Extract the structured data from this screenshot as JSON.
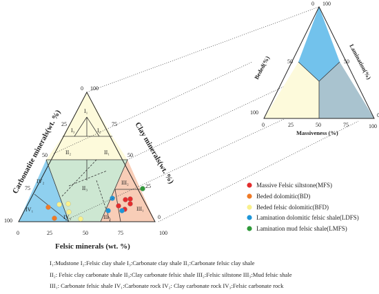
{
  "main_diagram": {
    "corner_labels": {
      "top_zero": "0",
      "top_hundred": "100",
      "left_hundred": "100",
      "bottom_left_zero": "0",
      "right_zero": "0",
      "bottom_right_hundred": "100"
    },
    "bottom_ticks": [
      "25",
      "50",
      "75"
    ],
    "left_ticks": [
      "25",
      "50",
      "75"
    ],
    "right_ticks": [
      "75",
      "50",
      "25"
    ],
    "axis_bottom": "Felsic minerals (wt. %)",
    "axis_left": "Carbonatite minerals(wt. %)",
    "axis_right": "Clay minerals(wt. %)",
    "fields": {
      "I1": "I₁",
      "I2": "I₂",
      "I3": "I₃",
      "II1": "II₁",
      "II2": "II₂",
      "II3": "II₃",
      "III1": "III₁",
      "III2": "III₂",
      "III3": "III₃",
      "IV1": "IV₁",
      "IV2": "IV₂",
      "IV3": "IV₃"
    },
    "colors": {
      "top": "#fdfadb",
      "left": "#8fd0ef",
      "center": "#cde7d2",
      "right": "#f8cdb7"
    }
  },
  "inset_diagram": {
    "corner_labels": {
      "top_zero": "0",
      "top_hundred": "100",
      "left_hundred": "100",
      "left_zero": "0",
      "right_zero": "0",
      "right_hundred": "100"
    },
    "left_ticks": [
      "50"
    ],
    "right_ticks": [
      "50"
    ],
    "bottom_ticks": [
      "25",
      "50",
      "75"
    ],
    "axis_left": "Beded(%)",
    "axis_right": "Lamination(%)",
    "axis_bottom": "Massiveness (%)",
    "colors": {
      "top": "#72c2ec",
      "left": "#fdfadb",
      "right": "#a9c3cf"
    }
  },
  "legend": [
    {
      "label": "Massive Felsic siltstone(MFS)",
      "color": "#e32d2d"
    },
    {
      "label": "Beded dolomitic(BD)",
      "color": "#ef7a26"
    },
    {
      "label": "Beded felsic dolomitic(BFD)",
      "color": "#f9f08b"
    },
    {
      "label": "Lamination dolomitic felsic shale(LDFS)",
      "color": "#1e96d8"
    },
    {
      "label": "Lamination mud felsic shale(LMFS)",
      "color": "#2f9a3a"
    }
  ],
  "notes": [
    "I₁:Mudstone   I₂:Felsic clay shale   I₃:Carbonate clay shale   II₁:Carbonate felsic clay shale",
    "II₂: Felsic clay carbonate shale  II₃:Clay carbonate felsic shale  III₂:Felsic siltstone  III₃:Mud felsic shale",
    "III₁: Carbonate felsic shale  IV₁:Carbonate rock   IV₂: Clay carbonate rock   IV₃:Felsic carbonate rock"
  ]
}
